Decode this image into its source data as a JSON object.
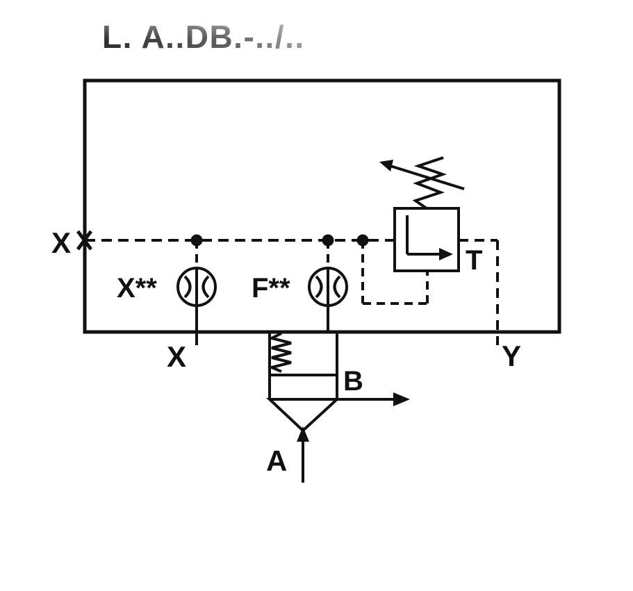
{
  "diagram": {
    "title": "L. A..DB.-../..",
    "labels": {
      "pilot_port_side": "X",
      "orifice_pilot": "X**",
      "orifice_main": "F**",
      "tank_port": "T",
      "drain_port": "Y",
      "pilot_port_bottom": "X",
      "outlet_port": "B",
      "inlet_port": "A"
    },
    "colors": {
      "line": "#111111",
      "background": "#ffffff"
    }
  }
}
